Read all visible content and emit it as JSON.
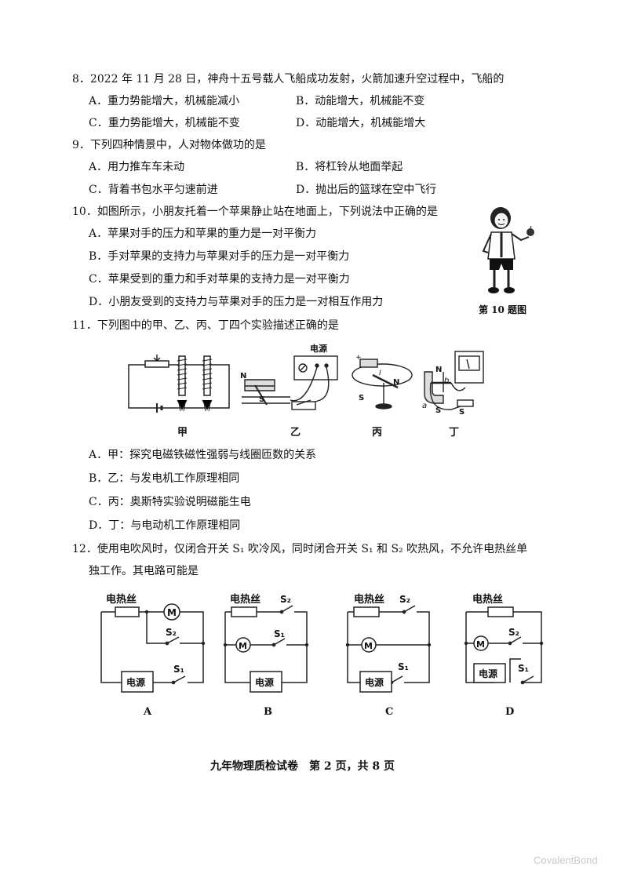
{
  "questions": {
    "q8": {
      "stem": "8．2022 年 11 月 28 日，神舟十五号载人飞船成功发射，火箭加速升空过程中，飞船的",
      "options": [
        "A．重力势能增大，机械能减小",
        "B．动能增大，机械能不变",
        "C．重力势能增大，机械能不变",
        "D．动能增大，机械能增大"
      ]
    },
    "q9": {
      "stem": "9．下列四种情景中，人对物体做功的是",
      "options": [
        "A．用力推车车未动",
        "B．将杠铃从地面举起",
        "C．背着书包水平匀速前进",
        "D．抛出后的篮球在空中飞行"
      ]
    },
    "q10": {
      "stem": "10．如图所示，小朋友托着一个苹果静止站在地面上，下列说法中正确的是",
      "options": [
        "A．苹果对手的压力和苹果的重力是一对平衡力",
        "B．手对苹果的支持力与苹果对手的压力是一对平衡力",
        "C．苹果受到的重力和手对苹果的支持力是一对平衡力",
        "D．小朋友受到的支持力与苹果对手的压力是一对相互作用力"
      ],
      "figure_caption": "第 10 题图"
    },
    "q11": {
      "stem": "11．下列图中的甲、乙、丙、丁四个实验描述正确的是",
      "figure_labels": [
        "甲",
        "乙",
        "丙",
        "丁"
      ],
      "power_label": "电源",
      "options": [
        "A．甲：探究电磁铁磁性强弱与线圈匝数的关系",
        "B．乙：与发电机工作原理相同",
        "C．丙：奥斯特实验说明磁能生电",
        "D．丁：与电动机工作原理相同"
      ]
    },
    "q12": {
      "stem_line1": "12．使用电吹风时，仅闭合开关 S₁ 吹冷风，同时闭合开关 S₁ 和 S₂ 吹热风，不允许电热丝单",
      "stem_line2": "独工作。其电路可能是",
      "heater_label": "电热丝",
      "power_label": "电源",
      "motor_label": "M",
      "s1": "S₁",
      "s2": "S₂",
      "circuit_labels": [
        "A",
        "B",
        "C",
        "D"
      ]
    }
  },
  "footer": "九年物理质检试卷　第 2 页，共 8 页",
  "watermark": "CovalentBond"
}
